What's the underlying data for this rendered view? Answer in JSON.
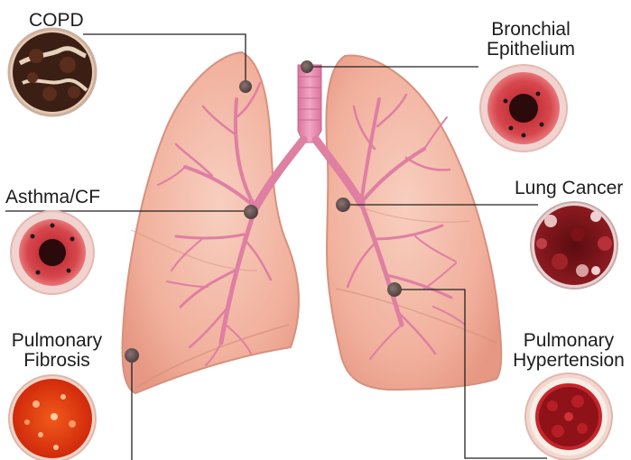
{
  "labels": {
    "copd": "COPD",
    "bronchial": [
      "Bronchial",
      "Epithelium"
    ],
    "asthma": "Asthma/CF",
    "lung_cancer": "Lung Cancer",
    "pulm_fibrosis": [
      "Pulmonary",
      "Fibrosis"
    ],
    "pulm_hypertension": [
      "Pulmonary",
      "Hypertension"
    ]
  },
  "colors": {
    "lung_fill": "#f3b7a4",
    "lung_edge": "#d9937f",
    "airway": "#e07c9e",
    "trachea": "#e98fb4",
    "leader_line": "#222222",
    "marker": "#6b5a58"
  }
}
